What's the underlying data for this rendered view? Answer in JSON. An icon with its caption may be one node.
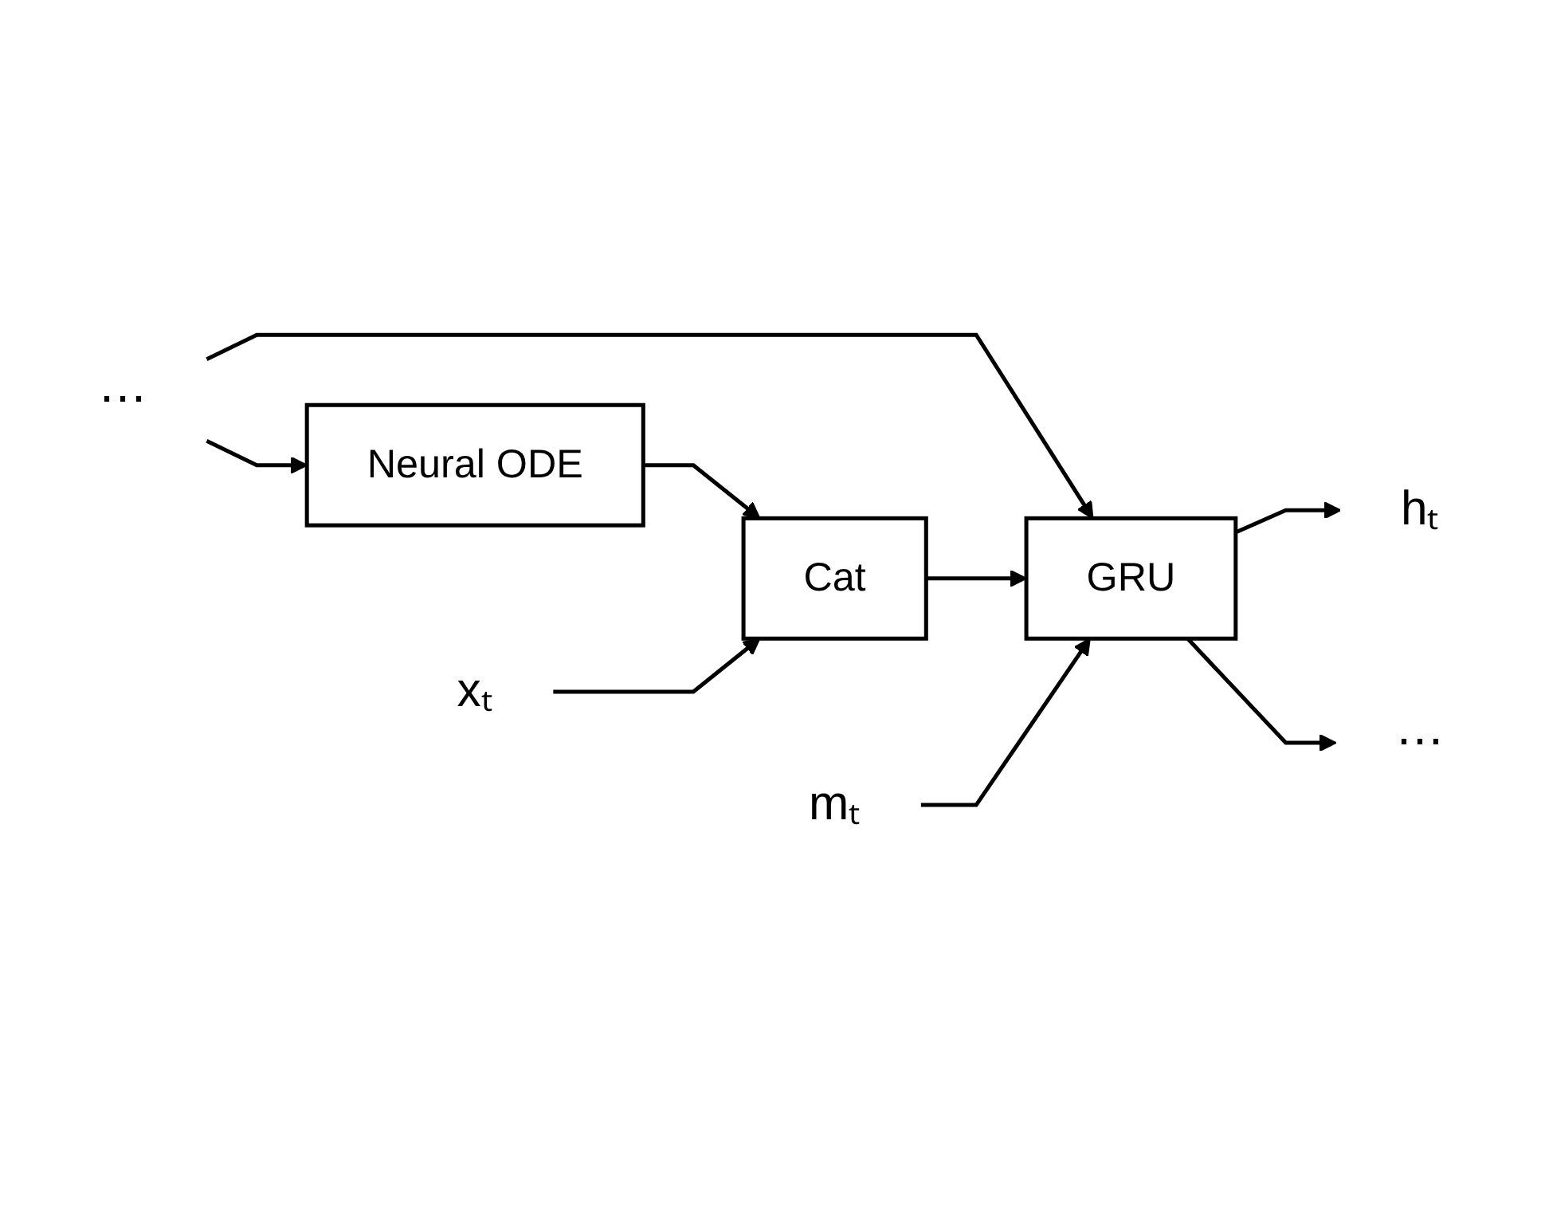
{
  "diagram": {
    "nodes": [
      {
        "text": [
          "hₜ"
        ]
      },
      {
        "text": [
          "⋯"
        ]
      },
      {
        "text": [
          "GRU"
        ]
      },
      {
        "text": [
          "⋯"
        ]
      },
      {
        "text": [
          "Neural ODE"
        ]
      },
      {
        "text": [
          "Cat"
        ]
      },
      {
        "text": [
          "xₜ"
        ]
      },
      {
        "text": [
          "mₜ"
        ]
      }
    ],
    "edges": [
      {
        "from": 1,
        "to": 2,
        "arrow": "to"
      },
      {
        "from": 1,
        "to": 4,
        "arrow": "to"
      },
      {
        "from": 4,
        "to": 5,
        "arrow": "to"
      },
      {
        "from": 6,
        "to": 5,
        "arrow": "to"
      },
      {
        "from": 5,
        "to": 2,
        "arrow": "to"
      },
      {
        "from": 7,
        "to": 2,
        "arrow": "to"
      },
      {
        "from": 2,
        "to": 0,
        "arrow": "to"
      },
      {
        "from": 2,
        "to": 3,
        "arrow": "to"
      }
    ]
  }
}
